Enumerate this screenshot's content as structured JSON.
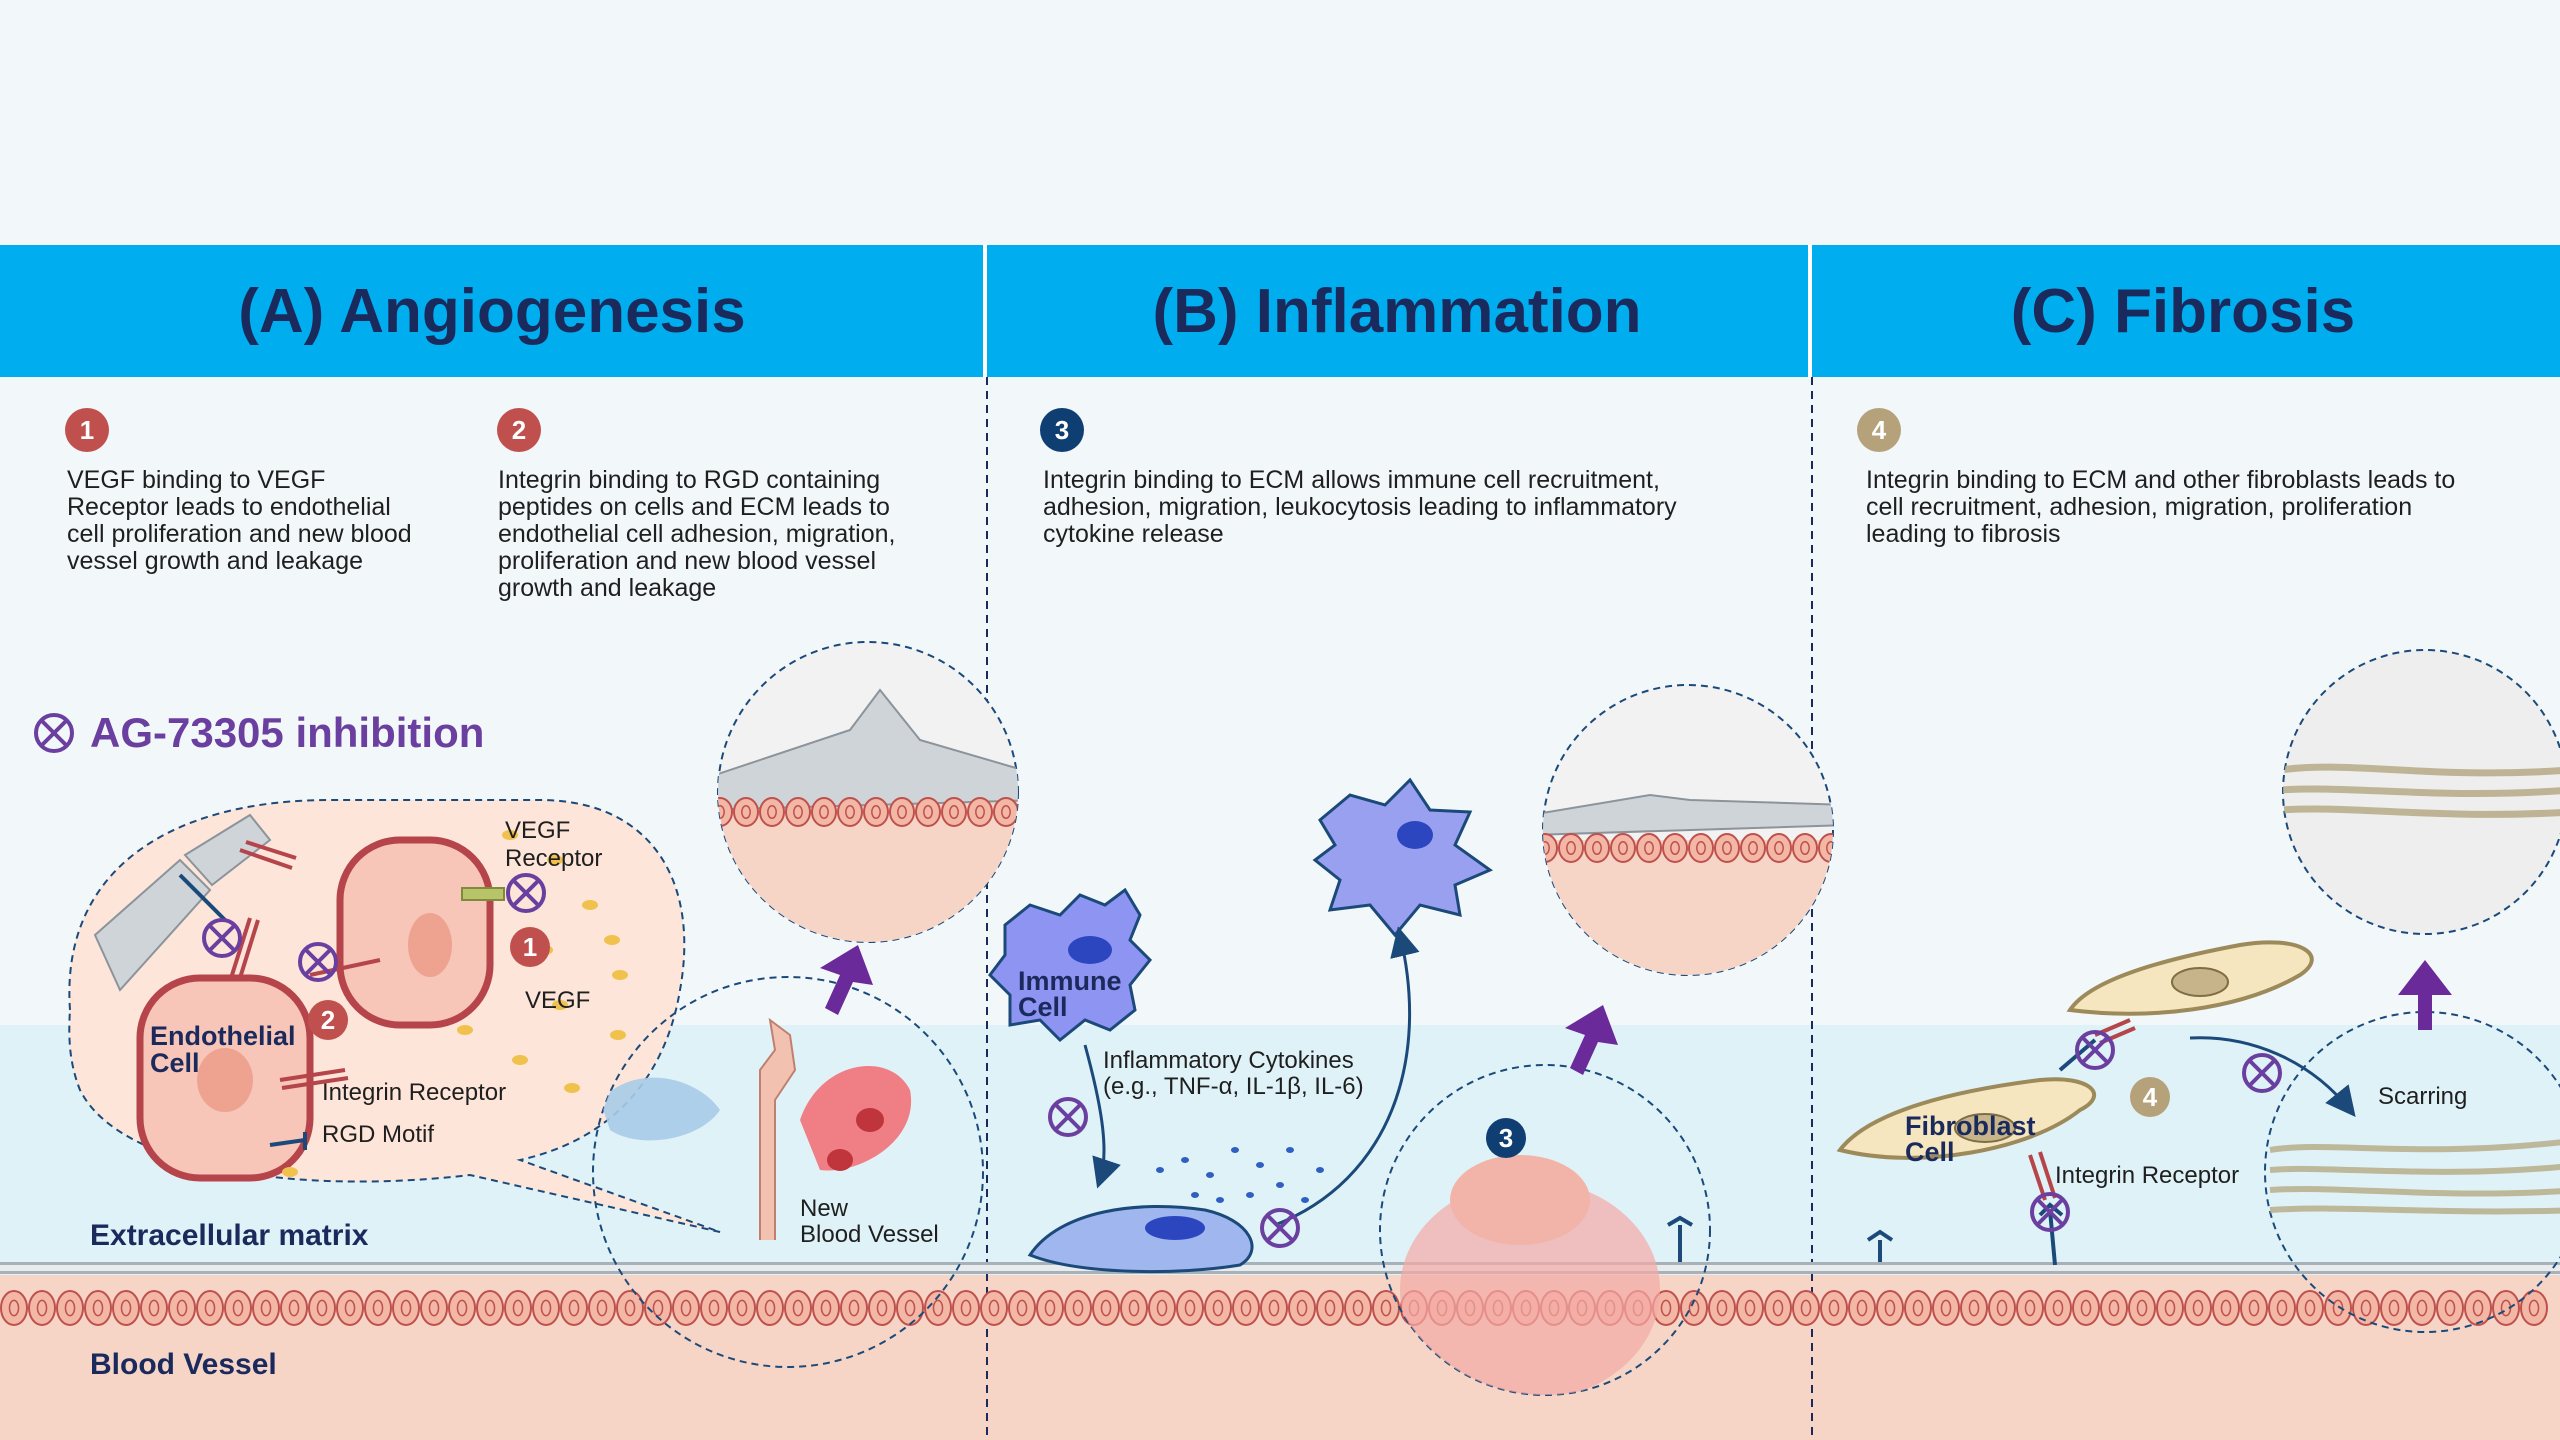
{
  "colors": {
    "header_band": "#00aeef",
    "header_text": "#1b2a5c",
    "ecm": "#dff2f7",
    "vessel": "#f6d5c6",
    "cell_fill": "#f3b7a6",
    "cell_stroke": "#c0504d",
    "inhibitor": "#6a3fa0",
    "arrow": "#6a2a9a",
    "badge_red": "#c0504d",
    "badge_navy": "#0f3e73",
    "badge_tan": "#b5a27a",
    "fibroblast": "#f6e6c0",
    "immune": "#8e94f2"
  },
  "panels": [
    {
      "title": "(A) Angiogenesis",
      "steps": [
        {
          "badge": "1",
          "lines": [
            "VEGF binding to VEGF",
            "Receptor leads to endothelial",
            "cell proliferation and new blood",
            "vessel growth and leakage"
          ]
        },
        {
          "badge": "2",
          "lines": [
            "Integrin binding to RGD containing",
            "peptides on cells and ECM leads to",
            "endothelial cell adhesion, migration,",
            "proliferation and new blood vessel",
            "growth and leakage"
          ]
        }
      ]
    },
    {
      "title": "(B) Inflammation",
      "steps": [
        {
          "badge": "3",
          "lines": [
            "Integrin binding to ECM allows immune cell recruitment,",
            "adhesion, migration, leukocytosis leading to inflammatory",
            "cytokine release"
          ]
        }
      ]
    },
    {
      "title": "(C) Fibrosis",
      "steps": [
        {
          "badge": "4",
          "lines": [
            "Integrin binding to ECM and other fibroblasts leads to",
            "cell recruitment, adhesion, migration, proliferation",
            "leading to fibrosis"
          ]
        }
      ]
    }
  ],
  "inhibition_label": "AG-73305 inhibition",
  "zones": {
    "ecm": "Extracellular matrix",
    "vessel": "Blood Vessel"
  },
  "labels": {
    "vegf_receptor": [
      "VEGF",
      "Receptor"
    ],
    "vegf": "VEGF",
    "endothelial_cell": [
      "Endothelial",
      "Cell"
    ],
    "integrin_receptor_a": "Integrin Receptor",
    "rgd_motif": "RGD Motif",
    "new_vessel": [
      "New",
      "Blood Vessel"
    ],
    "immune_cell": [
      "Immune",
      "Cell"
    ],
    "cytokines": [
      "Inflammatory Cytokines",
      "(e.g., TNF-α, IL-1β, IL-6)"
    ],
    "fibroblast": [
      "Fibroblast",
      "Cell"
    ],
    "integrin_receptor_c": "Integrin Receptor",
    "scarring": "Scarring"
  },
  "badges": {
    "b1": "1",
    "b2": "2",
    "b3": "3",
    "b4": "4"
  }
}
